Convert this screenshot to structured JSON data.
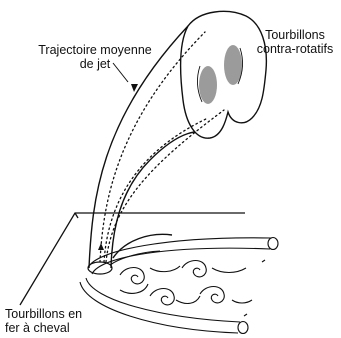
{
  "labels": {
    "jet_trajectory": [
      "Trajectoire moyenne",
      "de jet"
    ],
    "counter_rotating_vortices": [
      "Tourbillons",
      "contra-rotatifs"
    ],
    "horseshoe_vortices": [
      "Tourbillons en",
      "fer à cheval"
    ]
  },
  "colors": {
    "ink": "#111111",
    "shading": "#8a8a8a",
    "background": "#ffffff"
  }
}
